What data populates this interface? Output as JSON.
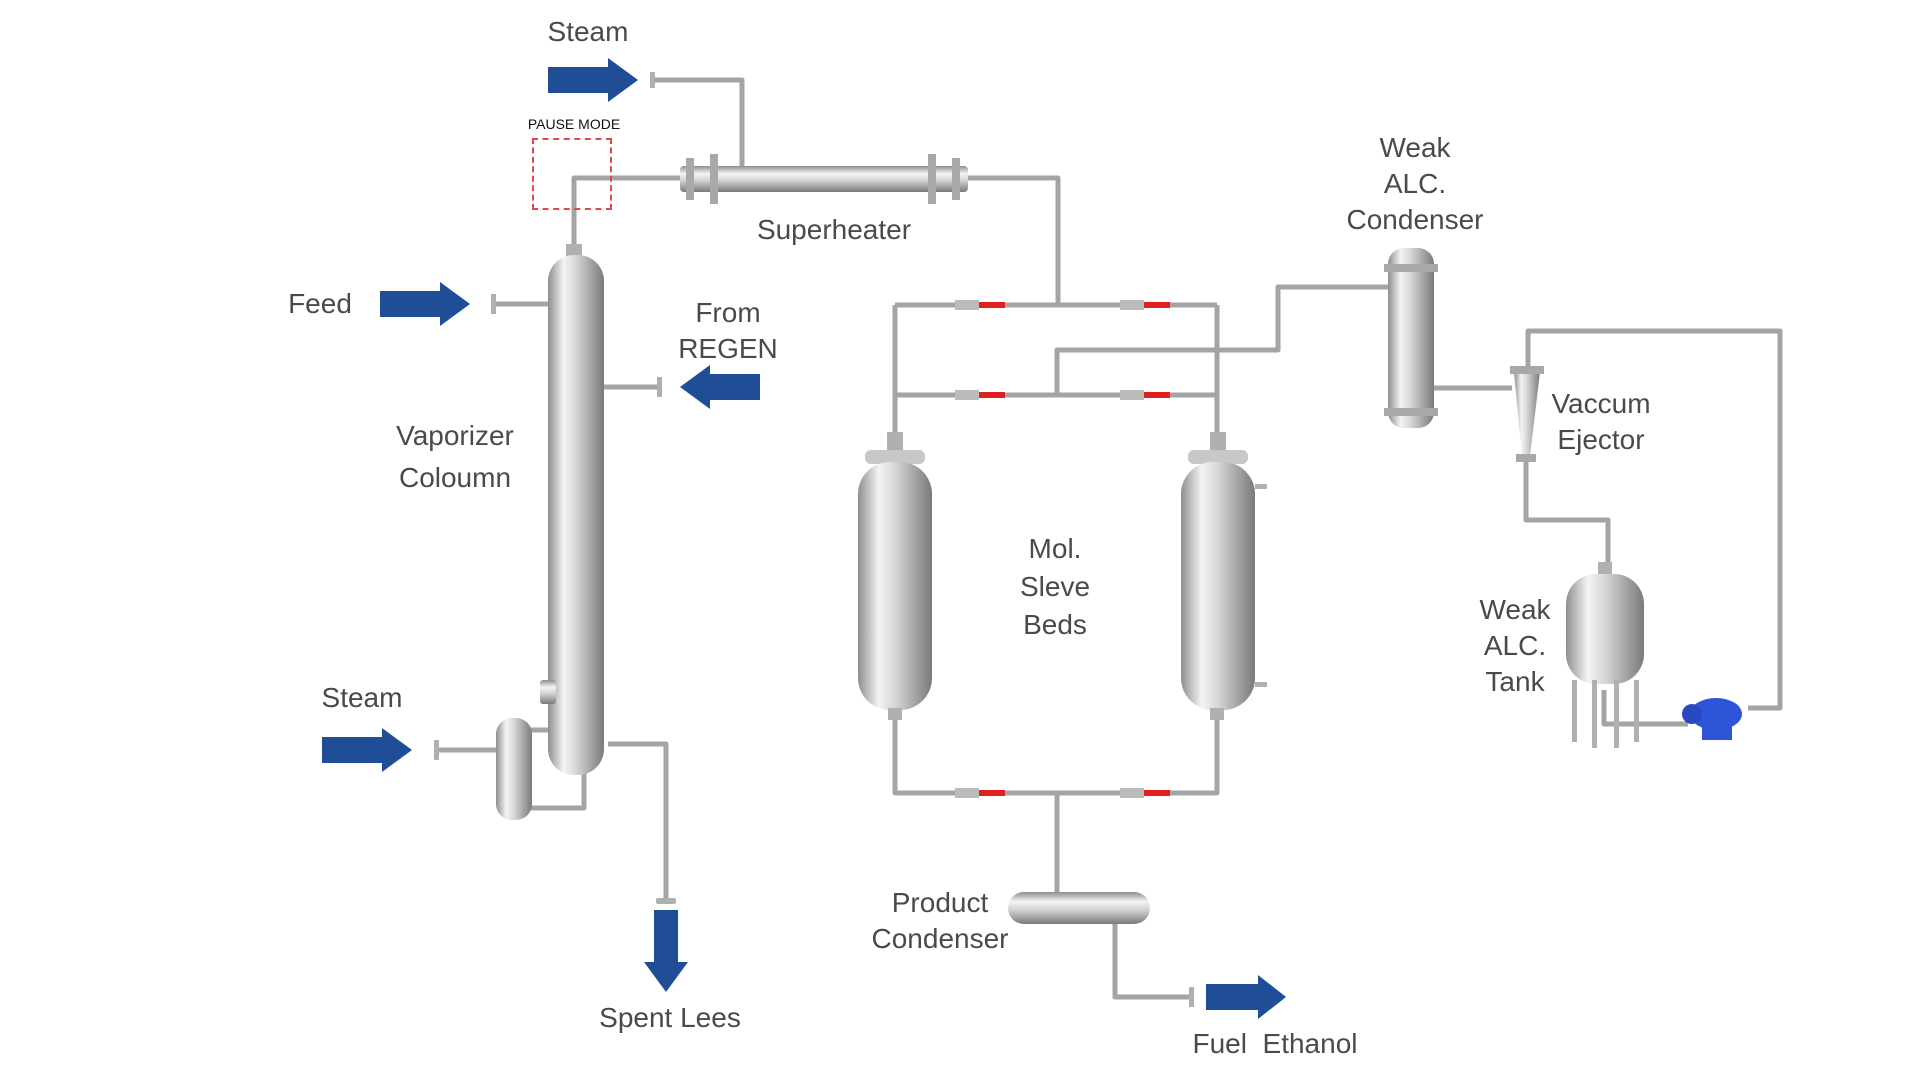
{
  "labels": {
    "steam_top": "Steam",
    "pause_mode": "PAUSE MODE",
    "superheater": "Superheater",
    "feed": "Feed",
    "from_regen": [
      "From",
      "REGEN"
    ],
    "vaporizer_column": [
      "Vaporizer",
      "Coloumn"
    ],
    "steam_bottom": "Steam",
    "spent_lees": "Spent Lees",
    "mol_sieve_beds": [
      "Mol.",
      "Sleve",
      "Beds"
    ],
    "weak_alc_condenser": [
      "Weak",
      "ALC.",
      "Condenser"
    ],
    "vacuum_ejector": [
      "Vaccum",
      "Ejector"
    ],
    "weak_alc_tank": [
      "Weak",
      "ALC.",
      "Tank"
    ],
    "product_condenser": [
      "Product",
      "Condenser"
    ],
    "fuel_ethanol": "Fuel  Ethanol"
  },
  "colors": {
    "arrow": "#1f4e96",
    "pipe": "#a4a4a4",
    "vessel_light": "#f0f0f0",
    "vessel_dark": "#9a9a9a",
    "valve_red": "#e02020",
    "pump_blue": "#2e55d8",
    "pause_border": "#e0484c"
  }
}
